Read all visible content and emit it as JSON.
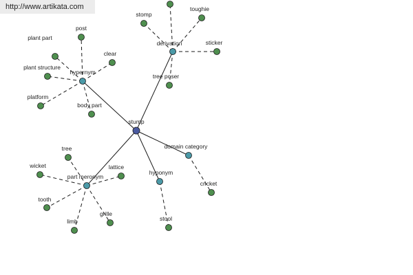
{
  "watermark": {
    "text": "http://www.artikata.com"
  },
  "colors": {
    "center": "#4a5aa0",
    "relation": "#4b9aa8",
    "leaf": "#4f8f4f",
    "edge": "#1a1a1a"
  },
  "graph": {
    "center": {
      "id": "stump",
      "label": "stump"
    },
    "relations": [
      {
        "id": "hypernym",
        "label": "hypernym",
        "leaves": [
          "plant part",
          "post",
          "clear",
          "plant structure",
          "platform",
          "body part"
        ]
      },
      {
        "id": "derivation",
        "label": "derivation",
        "leaves": [
          "stomp",
          "toughie",
          "sticker",
          "tree poser",
          ""
        ]
      },
      {
        "id": "part-meronym",
        "label": "part meronym",
        "leaves": [
          "tree",
          "wicket",
          "lattice",
          "tooth",
          "limb",
          "grille"
        ]
      },
      {
        "id": "hyponym",
        "label": "hyponym",
        "leaves": [
          "stool"
        ]
      },
      {
        "id": "domain-category",
        "label": "domain category",
        "leaves": [
          "cricket"
        ]
      }
    ]
  }
}
